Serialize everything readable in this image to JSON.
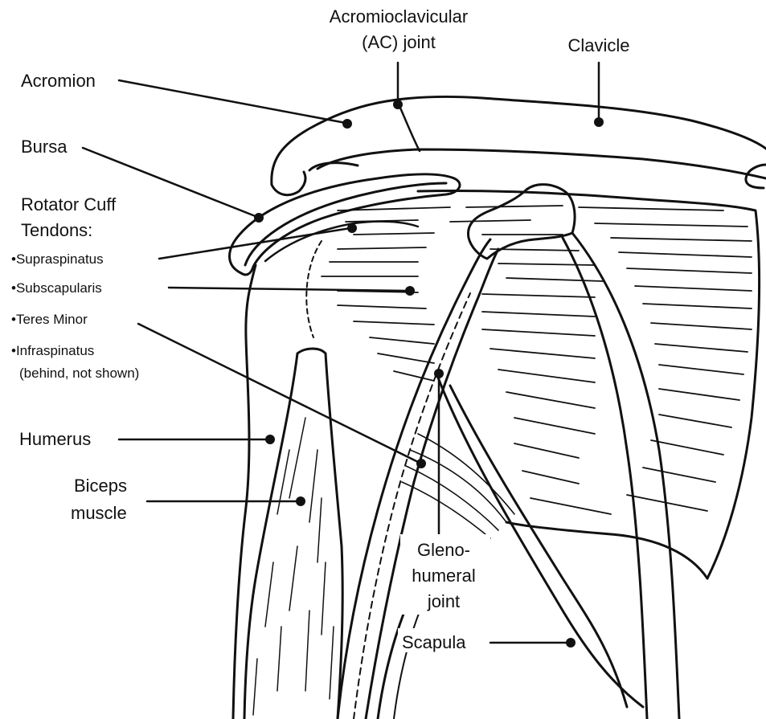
{
  "labels": {
    "ac_joint_line1": "Acromioclavicular",
    "ac_joint_line2": "(AC) joint",
    "clavicle": "Clavicle",
    "acromion": "Acromion",
    "bursa": "Bursa",
    "rotator_cuff_line1": "Rotator Cuff",
    "rotator_cuff_line2": "Tendons:",
    "supraspinatus": "•Supraspinatus",
    "subscapularis": "•Subscapularis",
    "teres_minor": "•Teres Minor",
    "infraspinatus": "•Infraspinatus",
    "infraspinatus_note": "(behind, not shown)",
    "humerus": "Humerus",
    "biceps_line1": "Biceps",
    "biceps_line2": "muscle",
    "glenohumeral_line1": "Gleno-",
    "glenohumeral_line2": "humeral",
    "glenohumeral_line3": "joint",
    "scapula": "Scapula"
  },
  "colors": {
    "ink": "#111111",
    "background": "#ffffff"
  }
}
